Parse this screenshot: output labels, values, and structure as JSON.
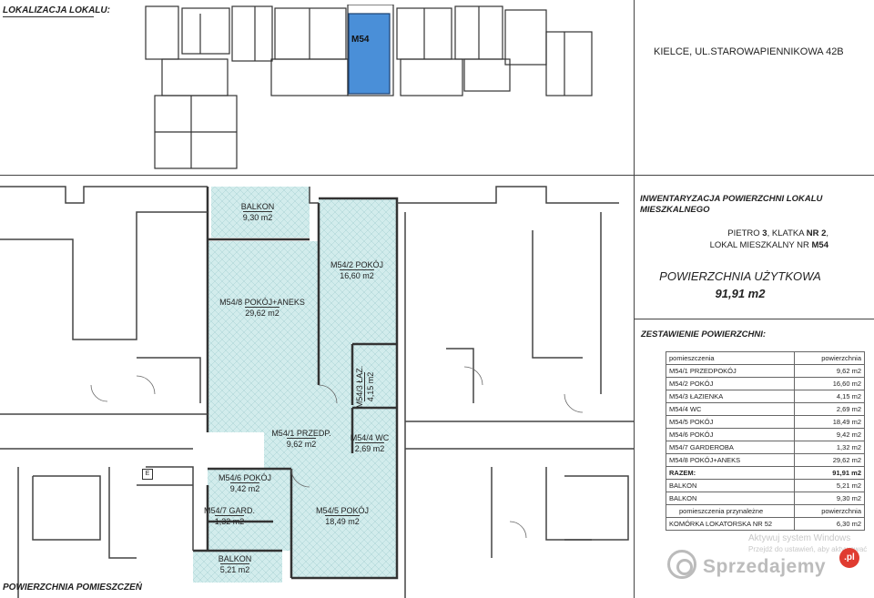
{
  "header": {
    "localization_label": "LOKALIZACJA LOKALU:",
    "unit_tag": "M54",
    "address": "KIELCE,  UL.STAROWAPIENNIKOWA  42B"
  },
  "info": {
    "title": "INWENTARYZACJA POWIERZCHNI LOKALU MIESZKALNEGO",
    "floor_prefix": "PIETRO",
    "floor_num": "3",
    "staircase_prefix": ", KLATKA",
    "staircase_num": "NR 2",
    "unit_prefix": "LOKAL MIESZKALNY NR",
    "unit_num": "M54",
    "usable_area_label": "POWIERZCHNIA UŻYTKOWA",
    "usable_area_value": "91,91 m2"
  },
  "summary": {
    "title": "ZESTAWIENIE POWIERZCHNI:",
    "col_room": "pomieszczenia",
    "col_area": "powierzchnia",
    "rows": [
      {
        "name": "M54/1  PRZEDPOKÓJ",
        "value": "9,62 m2"
      },
      {
        "name": "M54/2 POKÓJ",
        "value": "16,60 m2"
      },
      {
        "name": "M54/3  ŁAZIENKA",
        "value": "4,15 m2"
      },
      {
        "name": "M54/4 WC",
        "value": "2,69 m2"
      },
      {
        "name": "M54/5 POKÓJ",
        "value": "18,49 m2"
      },
      {
        "name": "M54/6 POKÓJ",
        "value": "9,42 m2"
      },
      {
        "name": "M54/7 GARDEROBA",
        "value": "1,32 m2"
      },
      {
        "name": "M54/8 POKÓJ+ANEKS",
        "value": "29,62 m2"
      }
    ],
    "total": {
      "name": "RAZEM:",
      "value": "91,91 m2"
    },
    "extras": [
      {
        "name": "BALKON",
        "value": "5,21 m2"
      },
      {
        "name": "BALKON",
        "value": "9,30 m2"
      }
    ],
    "ancillary_header": "pomieszczenia przynależne",
    "ancillary_col": "powierzchnia",
    "ancillary": {
      "name": "KOMÓRKA LOKATORSKA NR 52",
      "value": "6,30 m2"
    }
  },
  "plan": {
    "rooms": [
      {
        "name": "BALKON",
        "area": "9,30 m2"
      },
      {
        "name": "M54/2 POKÓJ",
        "area": "16,60 m2"
      },
      {
        "name": "M54/8 POKÓJ+ANEKS",
        "area": "29,62 m2"
      },
      {
        "name": "M54/3 ŁAZ.",
        "area": "4,15 m2"
      },
      {
        "name": "M54/1 PRZEDP.",
        "area": "9,62 m2"
      },
      {
        "name": "M54/4 WC",
        "area": "2,69 m2"
      },
      {
        "name": "M54/6 POKÓJ",
        "area": "9,42 m2"
      },
      {
        "name": "M54/7 GARD.",
        "area": "1,32 m2"
      },
      {
        "name": "M54/5 POKÓJ",
        "area": "18,49 m2"
      },
      {
        "name": "BALKON",
        "area": "5,21 m2"
      }
    ],
    "footer_label": "POWIERZCHNIA POMIESZCZEŃ",
    "small_mark": "E"
  },
  "overlay": {
    "watermark_line1": "Aktywuj system Windows",
    "watermark_line2": "Przejdź do ustawień, aby aktywować",
    "brand": "Sprzedajemy",
    "brand_badge": ".pl"
  },
  "colors": {
    "unit_fill": "#4a8fd8",
    "room_fill": "#d2ecec",
    "wall": "#333333"
  }
}
